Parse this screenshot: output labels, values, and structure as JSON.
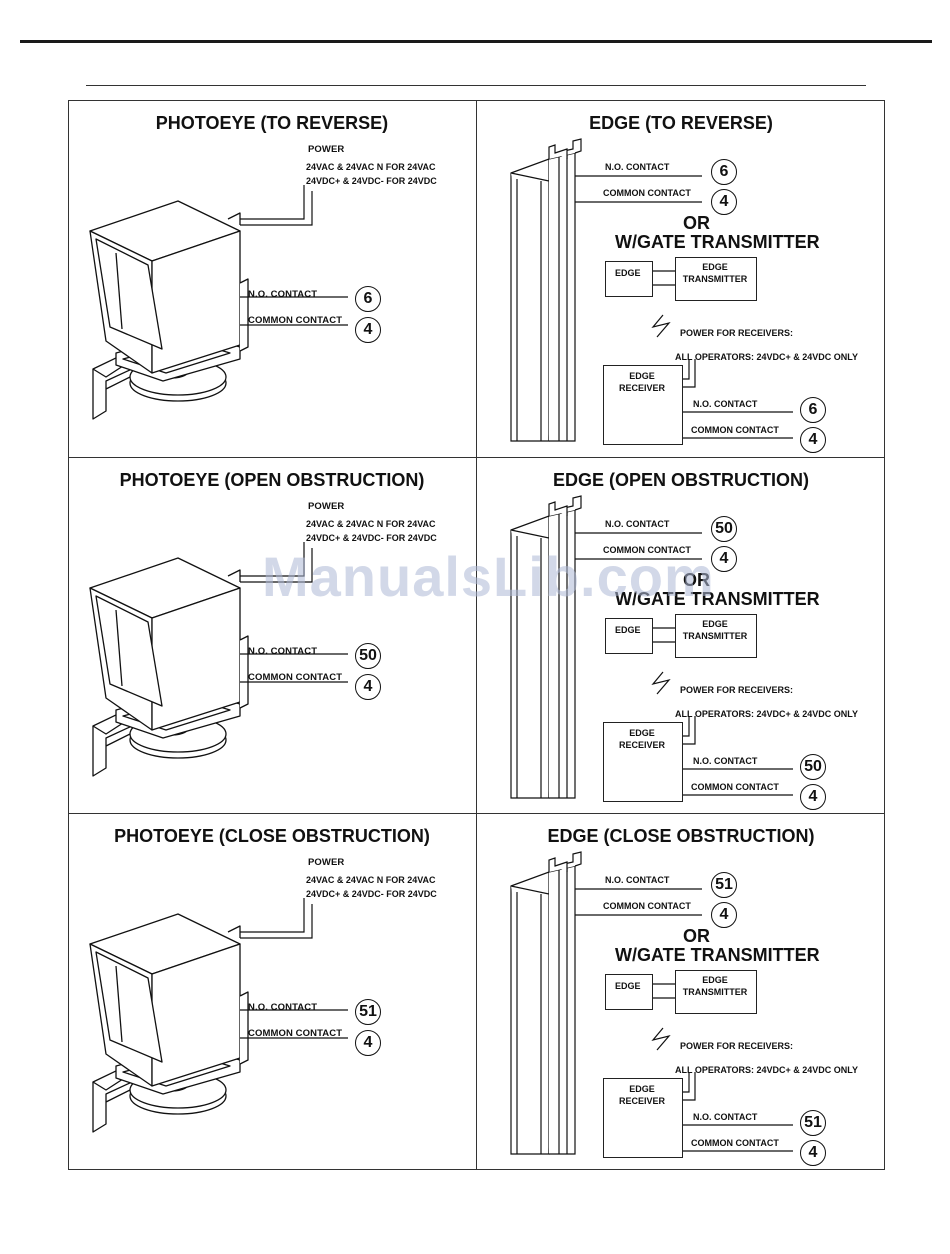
{
  "watermark": "ManualsLib.com",
  "panels": {
    "p1": {
      "title": "PHOTOEYE (TO REVERSE)",
      "power": "POWER",
      "power_ac": "24VAC & 24VAC N FOR 24VAC",
      "power_dc": "24VDC+ & 24VDC- FOR 24VDC",
      "no_contact": "N.O. CONTACT",
      "common_contact": "COMMON CONTACT",
      "no_terminal": "6",
      "common_terminal": "4"
    },
    "p2": {
      "title": "EDGE (TO REVERSE)",
      "no_contact": "N.O. CONTACT",
      "common_contact": "COMMON CONTACT",
      "no_terminal": "6",
      "common_terminal": "4",
      "or": "OR",
      "gate_transmitter": "W/GATE TRANSMITTER",
      "edge": "EDGE",
      "edge_transmitter_1": "EDGE",
      "edge_transmitter_2": "TRANSMITTER",
      "power_receivers": "POWER FOR RECEIVERS:",
      "all_operators": "ALL OPERATORS: 24VDC+ & 24VDC ONLY",
      "edge_receiver_1": "EDGE",
      "edge_receiver_2": "RECEIVER",
      "rx_no_contact": "N.O. CONTACT",
      "rx_common_contact": "COMMON CONTACT",
      "rx_no_terminal": "6",
      "rx_common_terminal": "4"
    },
    "p3": {
      "title": "PHOTOEYE (OPEN OBSTRUCTION)",
      "power": "POWER",
      "power_ac": "24VAC & 24VAC N FOR 24VAC",
      "power_dc": "24VDC+ & 24VDC- FOR 24VDC",
      "no_contact": "N.O. CONTACT",
      "common_contact": "COMMON CONTACT",
      "no_terminal": "50",
      "common_terminal": "4"
    },
    "p4": {
      "title": "EDGE (OPEN OBSTRUCTION)",
      "no_contact": "N.O. CONTACT",
      "common_contact": "COMMON CONTACT",
      "no_terminal": "50",
      "common_terminal": "4",
      "or": "OR",
      "gate_transmitter": "W/GATE TRANSMITTER",
      "edge": "EDGE",
      "edge_transmitter_1": "EDGE",
      "edge_transmitter_2": "TRANSMITTER",
      "power_receivers": "POWER FOR RECEIVERS:",
      "all_operators": "ALL OPERATORS: 24VDC+ & 24VDC ONLY",
      "edge_receiver_1": "EDGE",
      "edge_receiver_2": "RECEIVER",
      "rx_no_contact": "N.O. CONTACT",
      "rx_common_contact": "COMMON CONTACT",
      "rx_no_terminal": "50",
      "rx_common_terminal": "4"
    },
    "p5": {
      "title": "PHOTOEYE (CLOSE OBSTRUCTION)",
      "power": "POWER",
      "power_ac": "24VAC & 24VAC N FOR 24VAC",
      "power_dc": "24VDC+ & 24VDC- FOR 24VDC",
      "no_contact": "N.O. CONTACT",
      "common_contact": "COMMON CONTACT",
      "no_terminal": "51",
      "common_terminal": "4"
    },
    "p6": {
      "title": "EDGE (CLOSE OBSTRUCTION)",
      "no_contact": "N.O. CONTACT",
      "common_contact": "COMMON CONTACT",
      "no_terminal": "51",
      "common_terminal": "4",
      "or": "OR",
      "gate_transmitter": "W/GATE TRANSMITTER",
      "edge": "EDGE",
      "edge_transmitter_1": "EDGE",
      "edge_transmitter_2": "TRANSMITTER",
      "power_receivers": "POWER FOR RECEIVERS:",
      "all_operators": "ALL OPERATORS: 24VDC+ & 24VDC ONLY",
      "edge_receiver_1": "EDGE",
      "edge_receiver_2": "RECEIVER",
      "rx_no_contact": "N.O. CONTACT",
      "rx_common_contact": "COMMON CONTACT",
      "rx_no_terminal": "51",
      "rx_common_terminal": "4"
    }
  }
}
